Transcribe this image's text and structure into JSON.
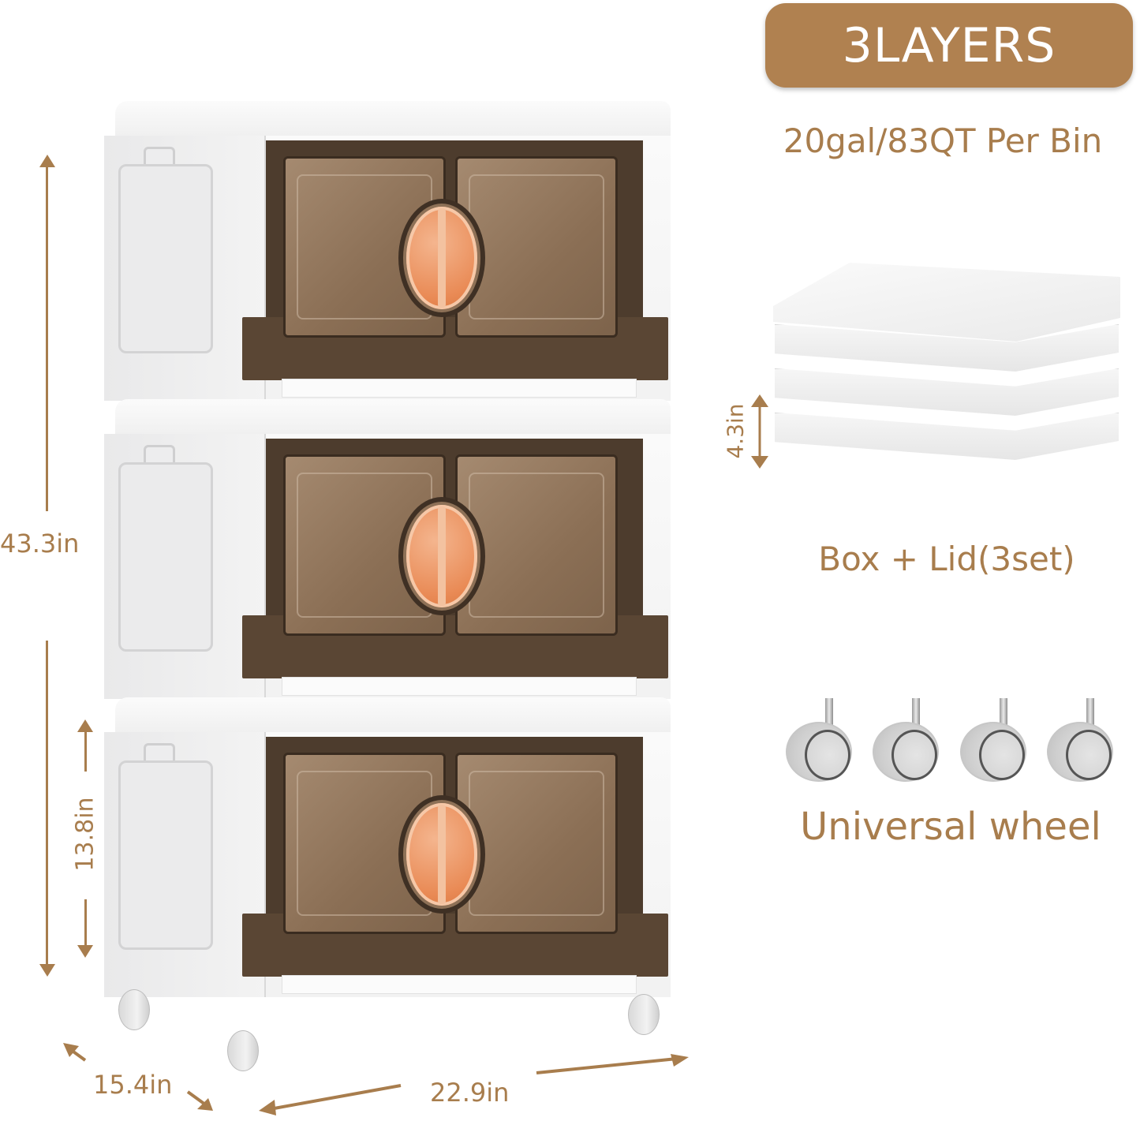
{
  "badge": {
    "label": "3LAYERS",
    "color": "#b08150"
  },
  "capacity": "20gal/83QT Per Bin",
  "accessories": {
    "lid_caption": "Box + Lid(3set)",
    "folded_height": "4.3in",
    "wheel_caption": "Universal wheel",
    "wheel_count": 4
  },
  "dimensions": {
    "total_height": "43.3in",
    "layer_height": "13.8in",
    "depth": "15.4in",
    "width": "22.9in"
  },
  "product": {
    "layers": 3,
    "colors": {
      "body": "#f0f0f0",
      "door": "#8b6f55",
      "frame": "#4d3c2d",
      "knob": "#e98a55",
      "accent_text": "#a87d4d"
    }
  }
}
